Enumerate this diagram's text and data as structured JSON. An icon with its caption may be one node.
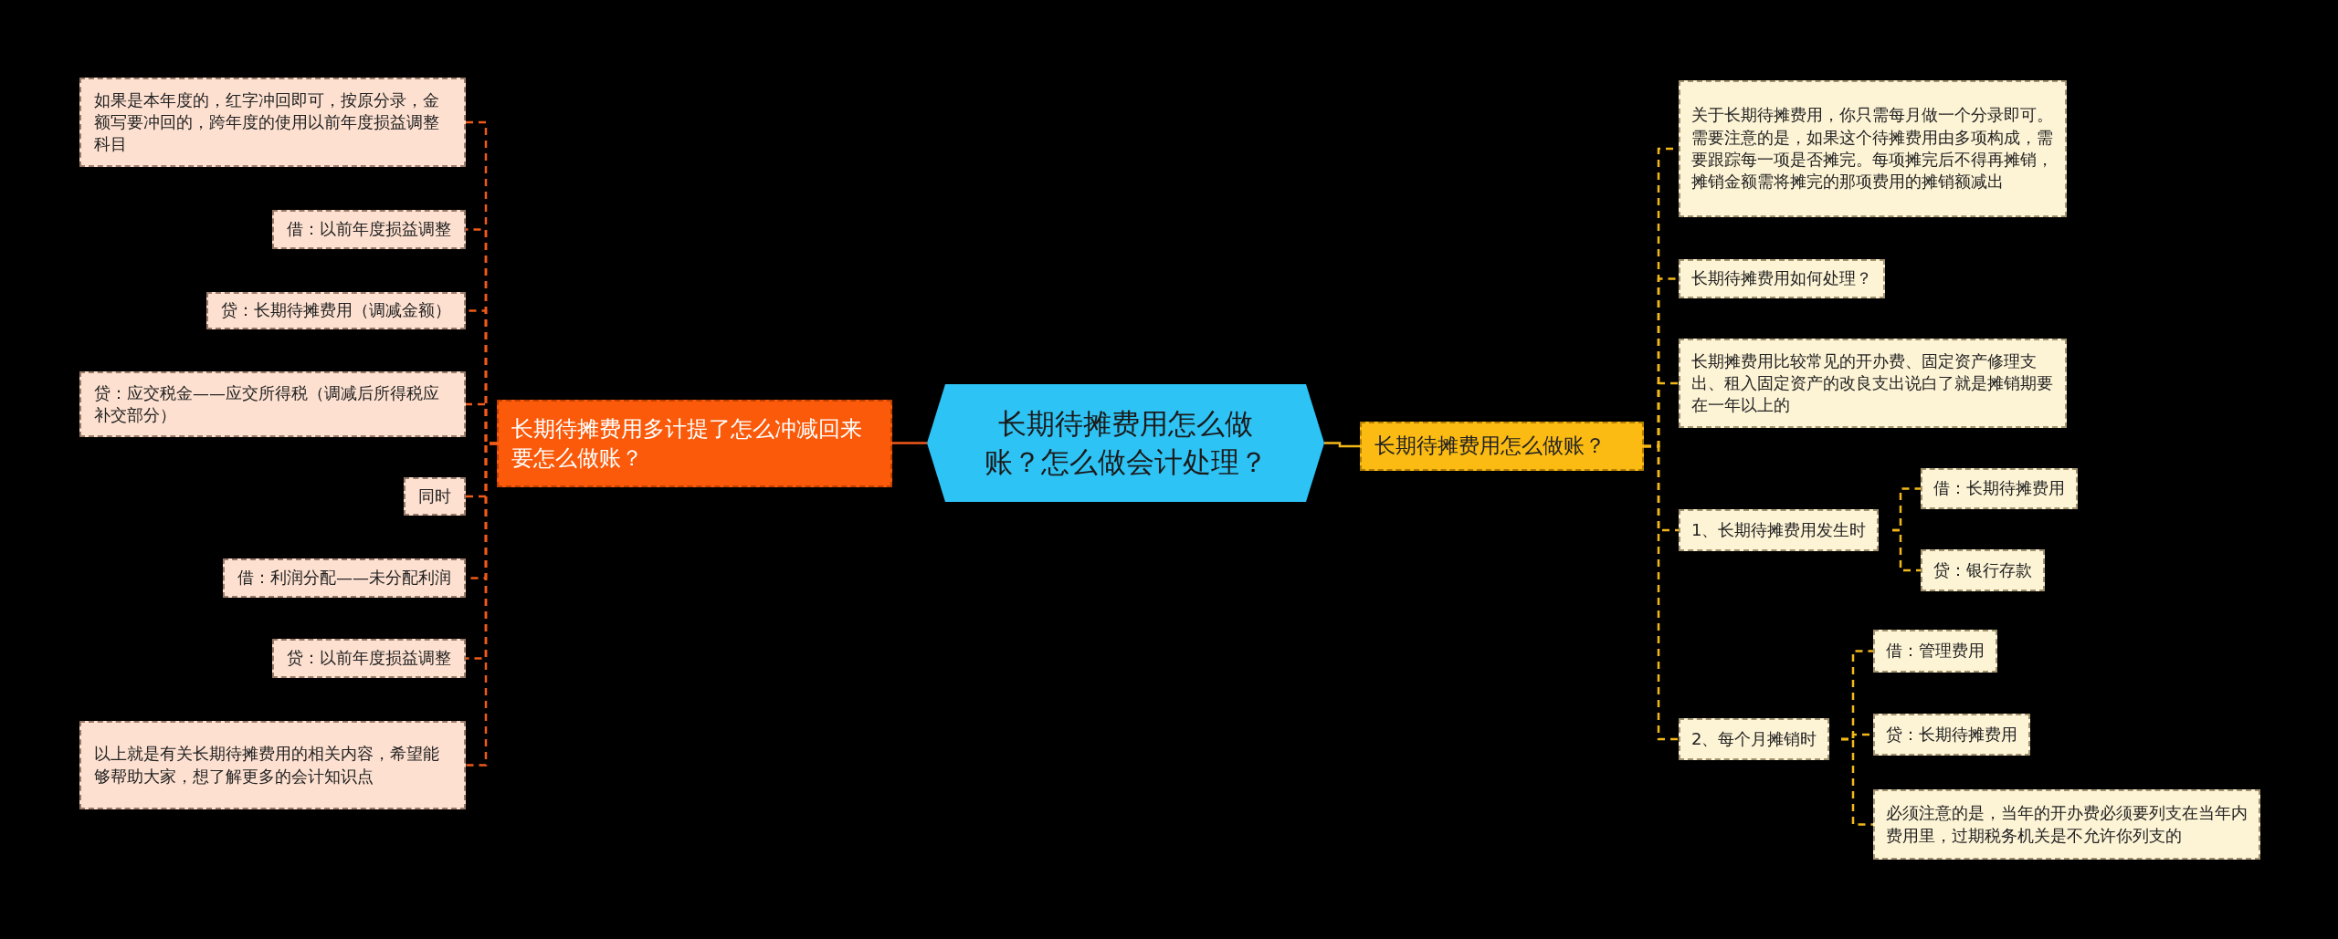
{
  "diagram": {
    "nodes": [
      {
        "text": [
          "长期待摊费用怎么做账？怎么做会计处理？"
        ]
      },
      {
        "text": [
          "长期待摊费用多计提了怎么冲减回来要怎么做账？"
        ]
      },
      {
        "text": [
          "如果是本年度的，红字冲回即可，按原分录，金额写要冲回的，跨年度的使用以前年度损益调整科目"
        ]
      },
      {
        "text": [
          "借：以前年度损益调整"
        ]
      },
      {
        "text": [
          "贷：长期待摊费用（调减金额）"
        ]
      },
      {
        "text": [
          "贷：应交税金——应交所得税（调减后所得税应补交部分）"
        ]
      },
      {
        "text": [
          "同时"
        ]
      },
      {
        "text": [
          "借：利润分配——未分配利润"
        ]
      },
      {
        "text": [
          "贷：以前年度损益调整"
        ]
      },
      {
        "text": [
          "以上就是有关长期待摊费用的相关内容，希望能够帮助大家，想了解更多的会计知识点"
        ]
      },
      {
        "text": [
          "长期待摊费用怎么做账？"
        ]
      },
      {
        "text": [
          "关于长期待摊费用，你只需每月做一个分录即可。需要注意的是，如果这个待摊费用由多项构成，需要跟踪每一项是否摊完。每项摊完后不得再摊销，摊销金额需将摊完的那项费用的摊销额减出"
        ]
      },
      {
        "text": [
          "长期待摊费用如何处理？"
        ]
      },
      {
        "text": [
          "长期摊费用比较常见的开办费、固定资产修理支出、租入固定资产的改良支出说白了就是摊销期要在一年以上的"
        ]
      },
      {
        "text": [
          "1、长期待摊费用发生时"
        ]
      },
      {
        "text": [
          "借：长期待摊费用"
        ]
      },
      {
        "text": [
          "贷：银行存款"
        ]
      },
      {
        "text": [
          "2、每个月摊销时"
        ]
      },
      {
        "text": [
          "借：管理费用"
        ]
      },
      {
        "text": [
          "贷：长期待摊费用"
        ]
      },
      {
        "text": [
          "必须注意的是，当年的开办费必须要列支在当年内费用里，过期税务机关是不允许你列支的"
        ]
      }
    ],
    "edges": [
      {
        "from": 0,
        "to": 1,
        "arrow": "none",
        "color": "#f05a1a"
      },
      {
        "from": 1,
        "to": 2,
        "arrow": "none",
        "style": "dashed",
        "color": "#f05a1a"
      },
      {
        "from": 1,
        "to": 3,
        "arrow": "none",
        "style": "dashed",
        "color": "#f05a1a"
      },
      {
        "from": 1,
        "to": 4,
        "arrow": "none",
        "style": "dashed",
        "color": "#f05a1a"
      },
      {
        "from": 1,
        "to": 5,
        "arrow": "none",
        "style": "dashed",
        "color": "#f05a1a"
      },
      {
        "from": 1,
        "to": 6,
        "arrow": "none",
        "style": "dashed",
        "color": "#f05a1a"
      },
      {
        "from": 1,
        "to": 7,
        "arrow": "none",
        "style": "dashed",
        "color": "#f05a1a"
      },
      {
        "from": 1,
        "to": 8,
        "arrow": "none",
        "style": "dashed",
        "color": "#f05a1a"
      },
      {
        "from": 1,
        "to": 9,
        "arrow": "none",
        "style": "dashed",
        "color": "#f05a1a"
      },
      {
        "from": 0,
        "to": 10,
        "arrow": "none"
      },
      {
        "from": 10,
        "to": 11,
        "arrow": "none",
        "style": "dashed"
      },
      {
        "from": 10,
        "to": 12,
        "arrow": "none",
        "style": "dashed"
      },
      {
        "from": 10,
        "to": 13,
        "arrow": "none",
        "style": "dashed"
      },
      {
        "from": 10,
        "to": 14,
        "arrow": "none",
        "style": "dashed"
      },
      {
        "from": 14,
        "to": 15,
        "arrow": "none",
        "style": "dashed"
      },
      {
        "from": 14,
        "to": 16,
        "arrow": "none",
        "style": "dashed"
      },
      {
        "from": 10,
        "to": 17,
        "arrow": "none",
        "style": "dashed"
      },
      {
        "from": 17,
        "to": 18,
        "arrow": "none",
        "style": "dashed"
      },
      {
        "from": 17,
        "to": 19,
        "arrow": "none",
        "style": "dashed"
      },
      {
        "from": 17,
        "to": 20,
        "arrow": "none",
        "style": "dashed"
      }
    ]
  }
}
